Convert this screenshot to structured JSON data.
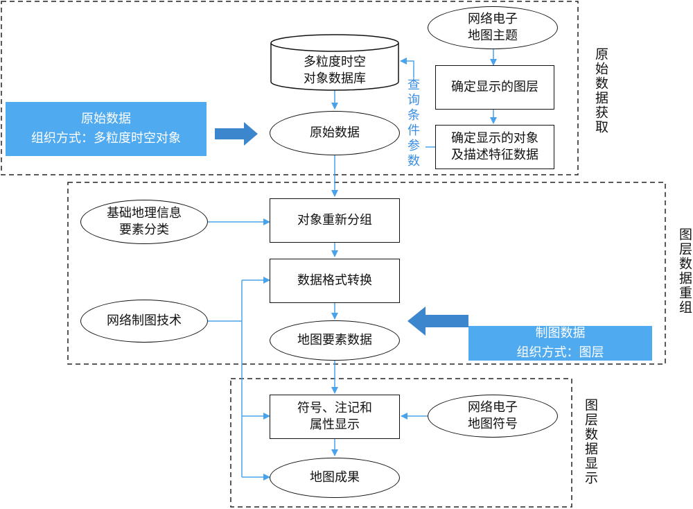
{
  "sections": {
    "acquire": "原始数据获取",
    "reorganize": "图层数据重组",
    "display": "图层数据显示"
  },
  "blue_boxes": {
    "raw": {
      "title": "原始数据",
      "subtitle": "组织方式：多粒度时空对象"
    },
    "map": {
      "title": "制图数据",
      "subtitle": "组织方式：图层"
    }
  },
  "nodes": {
    "theme": "网络电子\n地图主题",
    "database": "多粒度时空\n对象数据库",
    "layers": "确定显示的图层",
    "raw_data": "原始数据",
    "objects": "确定显示的对象\n及描述特征数据",
    "classification": "基础地理信息\n要素分类",
    "regroup": "对象重新分组",
    "format": "数据格式转换",
    "carto_tech": "网络制图技术",
    "feature_data": "地图要素数据",
    "symbol_display": "符号、注记和\n属性显示",
    "map_symbols": "网络电子\n地图符号",
    "result": "地图成果"
  },
  "query_label": "查询\n条件\n参数",
  "colors": {
    "accent": "#4faaf0",
    "arrow": "#4aa3ea",
    "thick_arrow": "#3b86cc"
  }
}
